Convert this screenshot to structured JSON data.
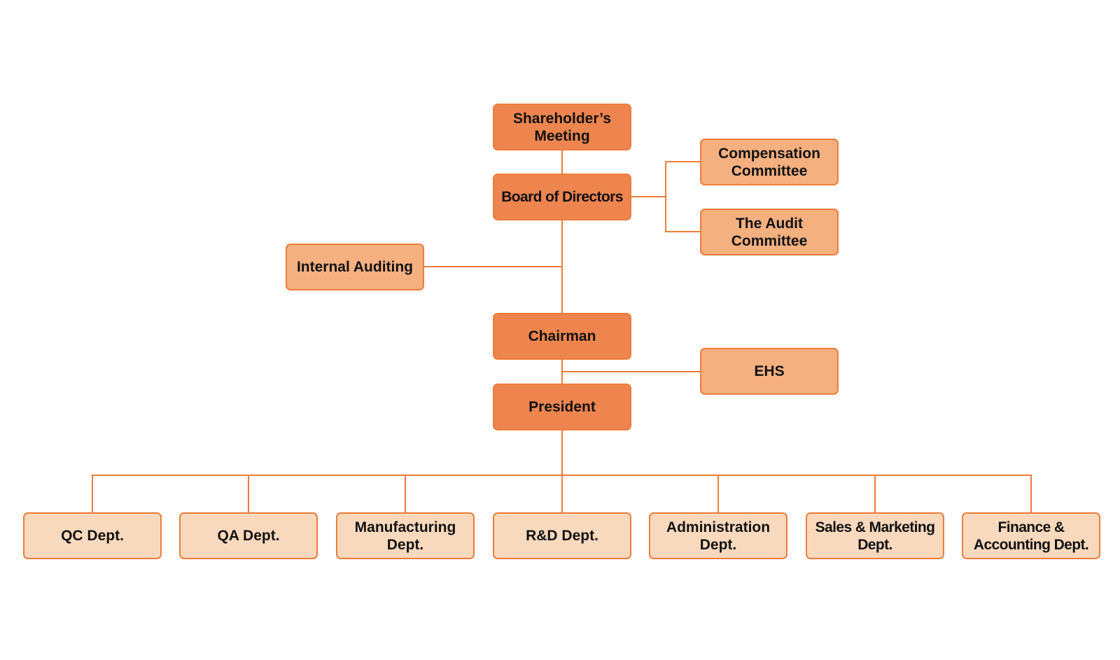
{
  "colors": {
    "line": "#ec7d3c",
    "executive_fill": "#ee854f",
    "committee_fill": "#f5b080",
    "department_fill": "#f9d9bd"
  },
  "nodes": {
    "shareholders_meeting": "Shareholder’s\nMeeting",
    "board_of_directors": "Board of Directors",
    "compensation_committee": "Compensation\nCommittee",
    "audit_committee": "The Audit\nCommittee",
    "internal_auditing": "Internal Auditing",
    "chairman": "Chairman",
    "ehs": "EHS",
    "president": "President"
  },
  "departments": [
    "QC Dept.",
    "QA Dept.",
    "Manufacturing\nDept.",
    "R&D Dept.",
    "Administration\nDept.",
    "Sales & Marketing\nDept.",
    "Finance &\nAccounting Dept."
  ]
}
